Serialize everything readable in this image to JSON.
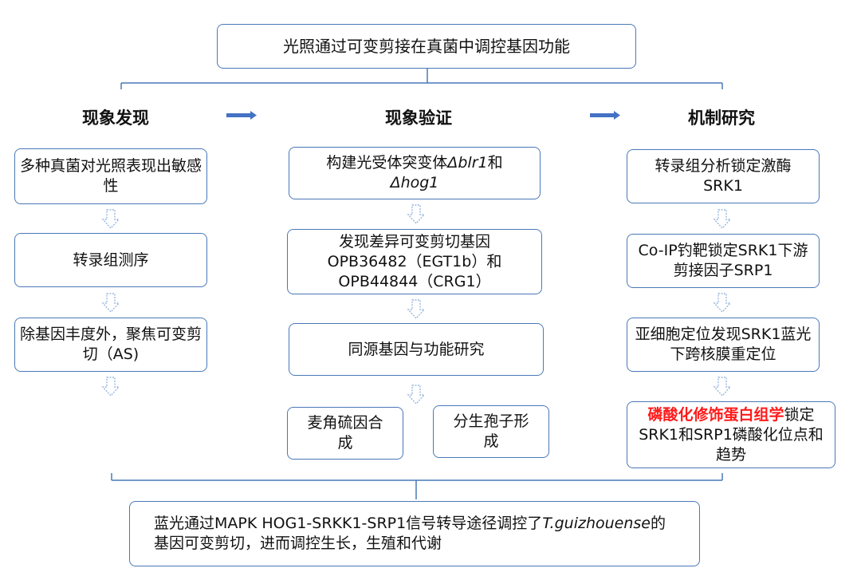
{
  "title": "光照通过可变剪接在真菌中调控基因功能",
  "columns": [
    {
      "header": "现象发现",
      "boxes": [
        "多种真菌对光照表现出敏感性",
        "转录组测序",
        "除基因丰度外，聚焦可变剪切（AS)"
      ]
    },
    {
      "header": "现象验证",
      "box1": {
        "pre": "构建光受体突变体",
        "gene1": "Δblr1",
        "mid": "和",
        "gene2": "Δhog1"
      },
      "box2": {
        "line1": "发现差异可变剪切基因",
        "line2": "OPB36482（EGT1b）和",
        "line3": "OPB44844（CRG1）"
      },
      "box3": "同源基因与功能研究",
      "box4": "麦角硫因合成",
      "box5": "分生孢子形成"
    },
    {
      "header": "机制研究",
      "box1": "转录组分析锁定激酶SRK1",
      "box2": "Co-IP钓靶锁定SRK1下游剪接因子SRP1",
      "box3": "亚细胞定位发现SRK1蓝光下跨核膜重定位",
      "box4": {
        "red": "磷酸化修饰蛋白组学",
        "rest": "锁定SRK1和SRP1磷酸化位点和趋势"
      }
    }
  ],
  "conclusion": {
    "pre": "蓝光通过MAPK HOG1-SRKK1-SRP1信号转导途径调控了",
    "species": "T.guizhouense",
    "post": "的基因可变剪切，进而调控生长，生殖和代谢"
  },
  "colors": {
    "border": "#4a78b8",
    "arrow": "#4472c4",
    "highlight": "#ff1a1a"
  }
}
